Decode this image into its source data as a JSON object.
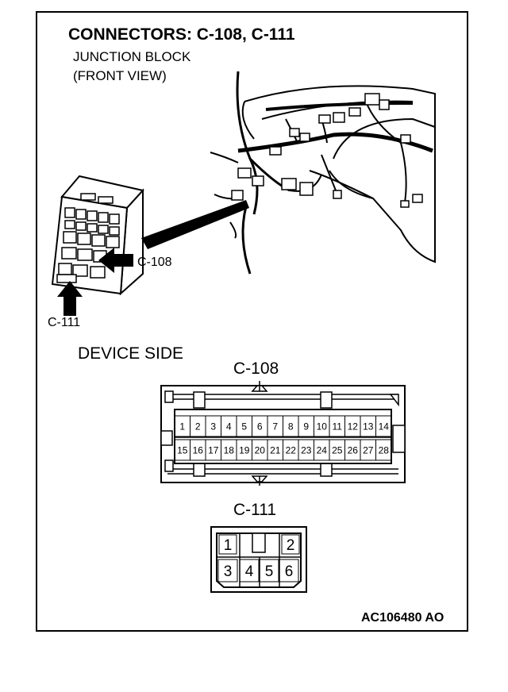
{
  "title": "CONNECTORS: C-108, C-111",
  "view_line1": "JUNCTION BLOCK",
  "view_line2": "(FRONT VIEW)",
  "device_side": "DEVICE SIDE",
  "connector_a": {
    "label": "C-108",
    "row1": [
      "1",
      "2",
      "3",
      "4",
      "5",
      "6",
      "7",
      "8",
      "9",
      "10",
      "11",
      "12",
      "13",
      "14"
    ],
    "row2": [
      "15",
      "16",
      "17",
      "18",
      "19",
      "20",
      "21",
      "22",
      "23",
      "24",
      "25",
      "26",
      "27",
      "28"
    ]
  },
  "connector_b": {
    "label": "C-111",
    "row1": [
      "1",
      "2"
    ],
    "row2": [
      "3",
      "4",
      "5",
      "6"
    ]
  },
  "pointer_a": "C-108",
  "pointer_b": "C-111",
  "figure_code": "AC106480 AO"
}
